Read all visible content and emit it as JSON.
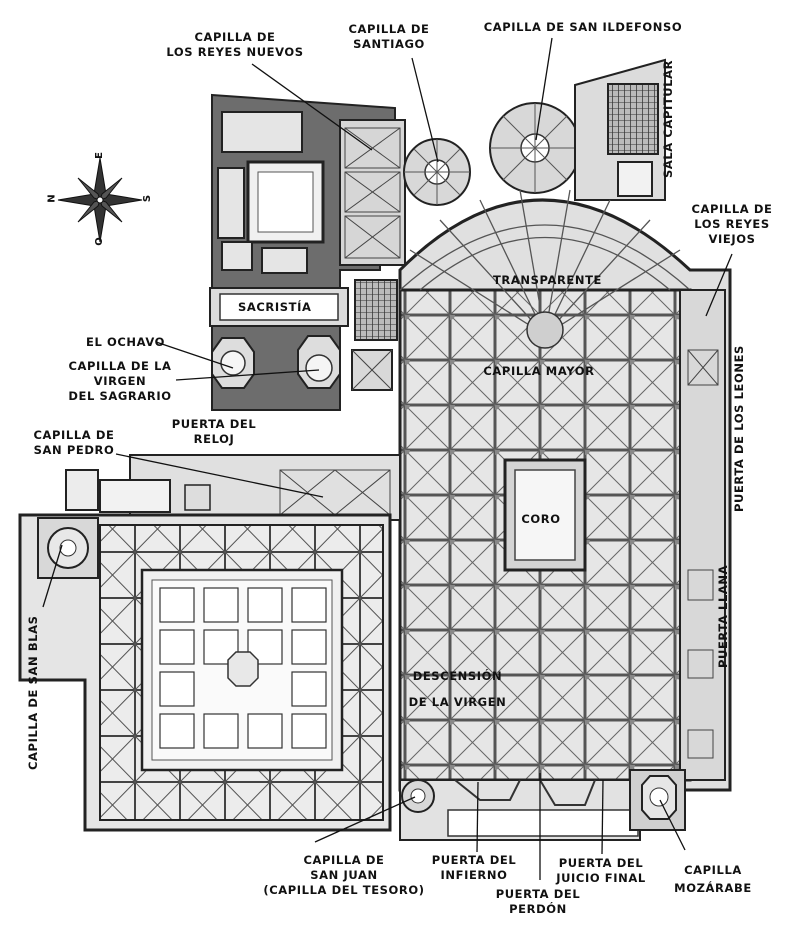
{
  "labels": {
    "reyes_nuevos": [
      "CAPILLA DE",
      "LOS REYES NUEVOS"
    ],
    "santiago": [
      "CAPILLA DE",
      "SANTIAGO"
    ],
    "san_ildefonso": [
      "CAPILLA DE SAN ILDEFONSO"
    ],
    "sala_capitular": "SALA CAPITULAR",
    "reyes_viejos": [
      "CAPILLA DE",
      "LOS REYES",
      "VIEJOS"
    ],
    "transparente": "TRANSPARENTE",
    "sacristia": "SACRISTÍA",
    "el_ochavo": "EL OCHAVO",
    "virgen_sagrario": [
      "CAPILLA DE LA",
      "VIRGEN",
      "DEL SAGRARIO"
    ],
    "capilla_mayor": "CAPILLA MAYOR",
    "puerta_leones": "PUERTA DE LOS LEONES",
    "puerta_reloj": [
      "PUERTA DEL",
      "RELOJ"
    ],
    "san_pedro": [
      "CAPILLA DE",
      "SAN PEDRO"
    ],
    "coro": "CORO",
    "puerta_llana": "PUERTA LLANA",
    "san_blas": "CAPILLA DE SAN BLAS",
    "descension": [
      "DESCENSIÓN",
      "DE LA VIRGEN"
    ],
    "san_juan": [
      "CAPILLA DE",
      "SAN JUAN",
      "(CAPILLA DEL TESORO)"
    ],
    "puerta_infierno": [
      "PUERTA DEL",
      "INFIERNO"
    ],
    "puerta_perdon": [
      "PUERTA DEL",
      "PERDÓN"
    ],
    "puerta_juicio": [
      "PUERTA DEL",
      "JUICIO FINAL"
    ],
    "mozarabe": [
      "CAPILLA",
      "MOZÁRABE"
    ]
  },
  "compass": {
    "n": "N",
    "e": "E",
    "s": "S",
    "o": "O"
  }
}
